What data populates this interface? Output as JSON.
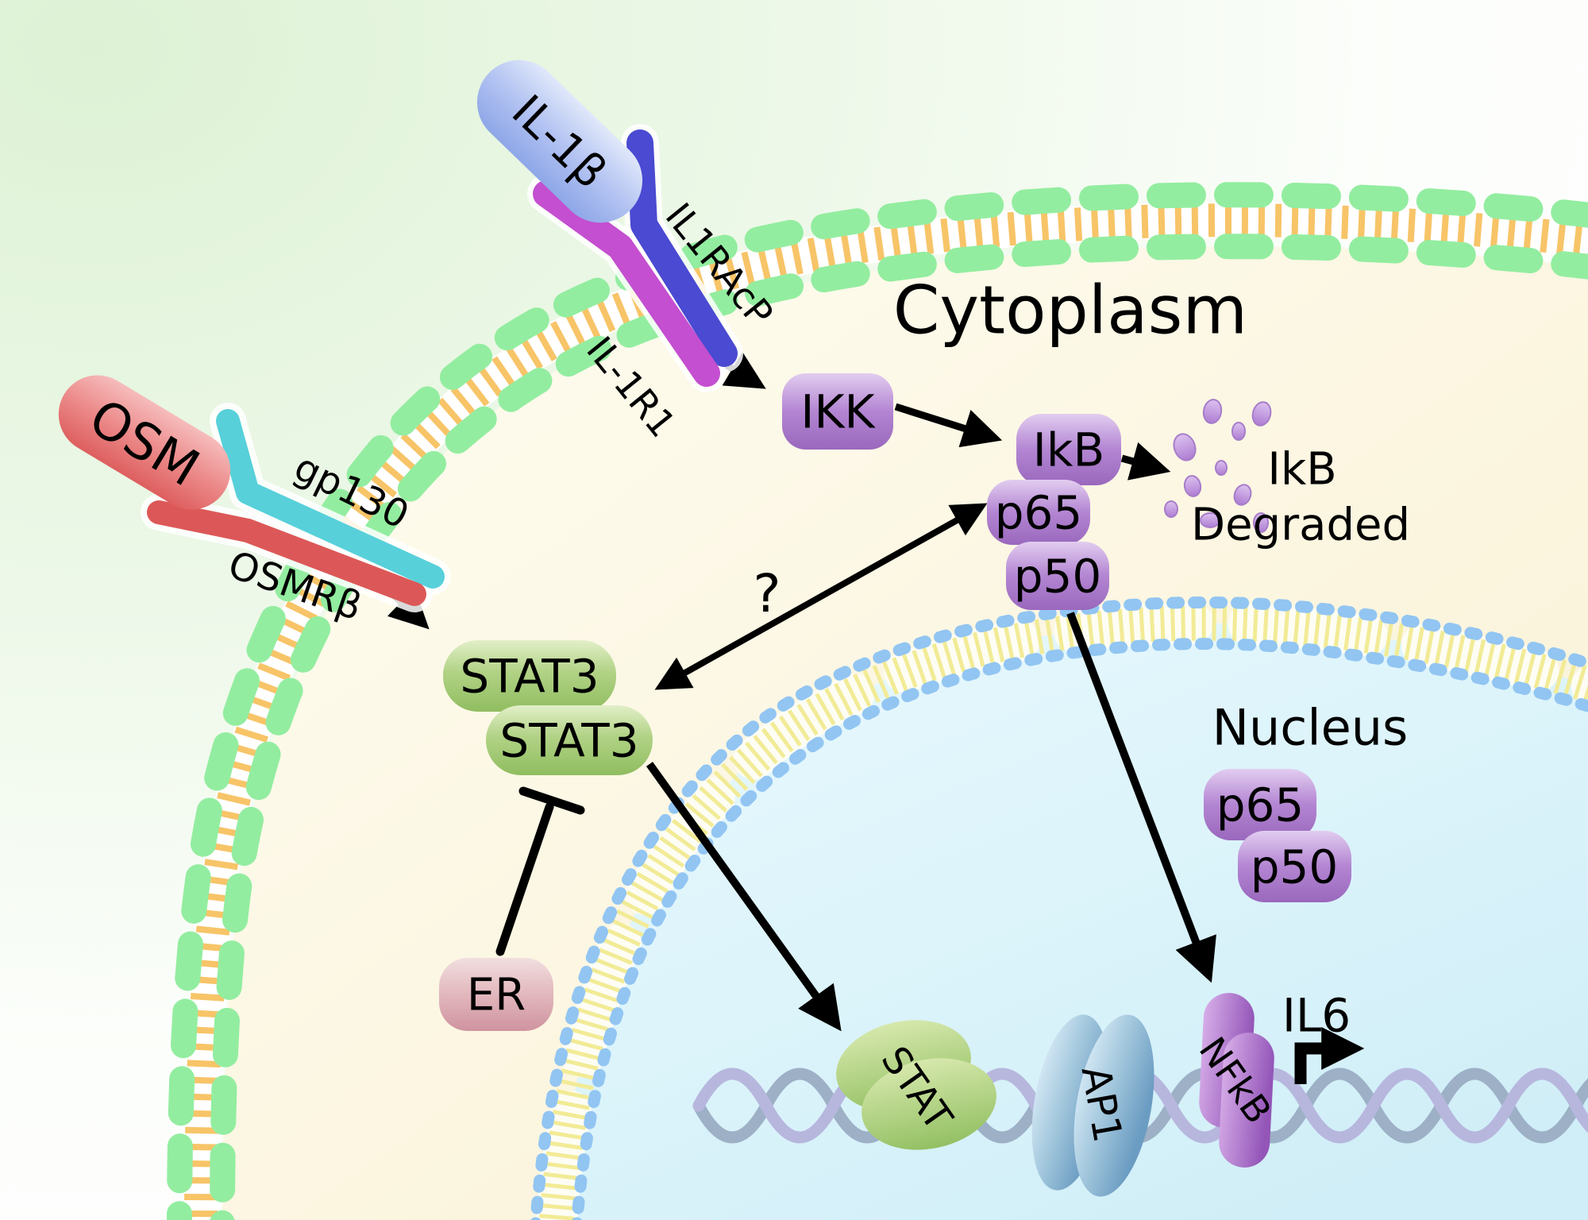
{
  "labels": {
    "cytoplasm": "Cytoplasm",
    "nucleus": "Nucleus",
    "question_mark": "?"
  },
  "ligands": {
    "il1b": "IL-1β",
    "osm": "OSM"
  },
  "receptors": {
    "il1racp": "IL1RAcP",
    "il1r1": "IL-1R1",
    "gp130": "gp130",
    "osmrb": "OSMRβ"
  },
  "cytoplasm": {
    "ikk": "IKK",
    "ikb": "IkB",
    "p65": "p65",
    "p50": "p50",
    "ikb_degraded_word1": "IkB",
    "ikb_degraded_word2": "Degraded",
    "stat3_upper": "STAT3",
    "stat3_lower": "STAT3",
    "er": "ER"
  },
  "nucleus_items": {
    "p65": "p65",
    "p50": "p50",
    "stat": "STAT",
    "ap1": "AP1",
    "nfkb": "NFkB",
    "il6": "IL6"
  },
  "colors": {
    "protein_purple": "#9b66bd",
    "protein_green": "#8fbc60",
    "ligand_blue": "#93abe8",
    "ligand_red": "#e06060",
    "receptor_cyan": "#57d0da",
    "receptor_magenta": "#c44fd0",
    "receptor_indigo": "#4a4ad2",
    "receptor_red": "#dc5858",
    "er_pink": "#d197a1",
    "membrane_bead_green": "#93eda0",
    "membrane_stripe_orange": "#f7c468",
    "nuclear_bead_blue": "#92c5f2",
    "nuclear_stripe_yellow": "#f2eb96",
    "ap1_blue": "#6f9fc4",
    "dna_strand_a": "#b7b7de",
    "dna_strand_b": "#9db0c6"
  }
}
